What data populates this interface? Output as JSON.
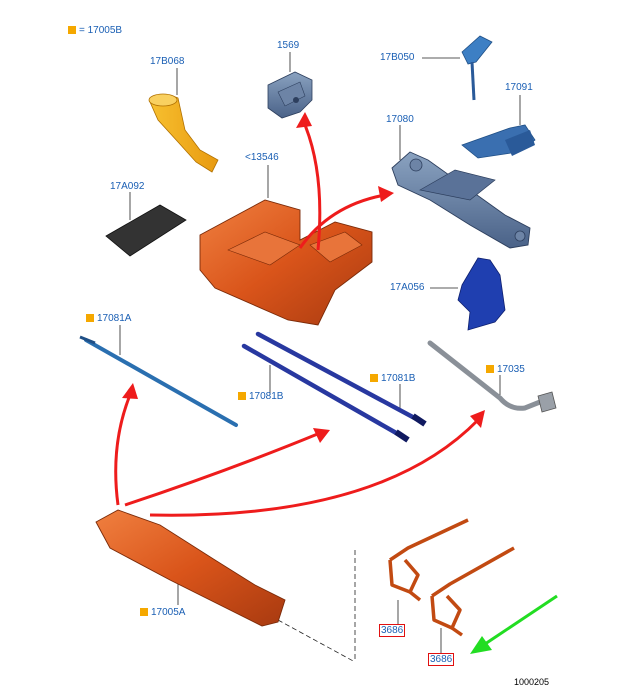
{
  "legend": {
    "text": "= 17005B",
    "square_color": "#f5a800"
  },
  "labels": {
    "p17B068": "17B068",
    "p1569": "1569",
    "p17B050": "17B050",
    "p17091": "17091",
    "p17080": "17080",
    "p13546": "<13546",
    "p17A092": "17A092",
    "p17A056": "17A056",
    "p17081A": "17081A",
    "p17081B_1": "17081B",
    "p17081B_2": "17081B",
    "p17035": "17035",
    "p17005A": "17005A",
    "p3686_1": "3686",
    "p3686_2": "3686"
  },
  "figure_number": "1000205",
  "colors": {
    "label_blue": "#1a5fb4",
    "orange": "#d9541a",
    "arrow_red": "#ee1c1c",
    "arrow_green": "#22dd22",
    "square_yellow": "#f5a800"
  }
}
